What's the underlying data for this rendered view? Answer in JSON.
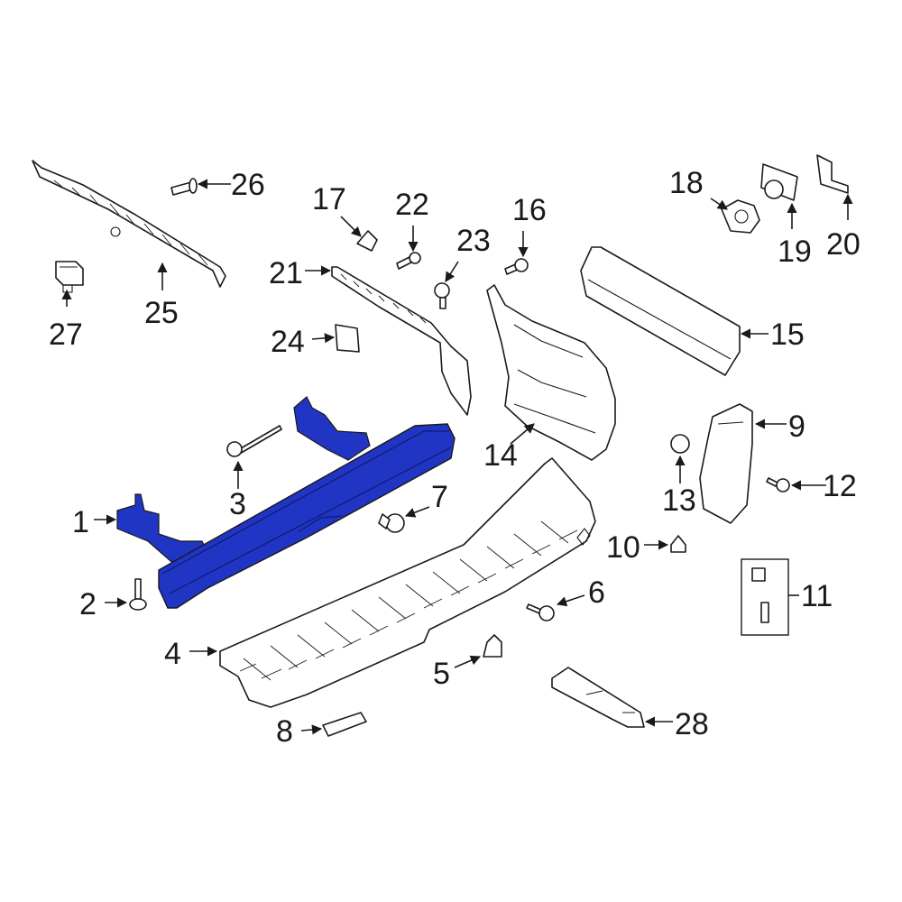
{
  "diagram": {
    "highlight_color": "#2135c4",
    "line_color": "#1a1a1a",
    "callouts": [
      {
        "id": "c1",
        "label": "1"
      },
      {
        "id": "c2",
        "label": "2"
      },
      {
        "id": "c3",
        "label": "3"
      },
      {
        "id": "c4",
        "label": "4"
      },
      {
        "id": "c5",
        "label": "5"
      },
      {
        "id": "c6",
        "label": "6"
      },
      {
        "id": "c7",
        "label": "7"
      },
      {
        "id": "c8",
        "label": "8"
      },
      {
        "id": "c9",
        "label": "9"
      },
      {
        "id": "c10",
        "label": "10"
      },
      {
        "id": "c11",
        "label": "11"
      },
      {
        "id": "c12",
        "label": "12"
      },
      {
        "id": "c13",
        "label": "13"
      },
      {
        "id": "c14",
        "label": "14"
      },
      {
        "id": "c15",
        "label": "15"
      },
      {
        "id": "c16",
        "label": "16"
      },
      {
        "id": "c17",
        "label": "17"
      },
      {
        "id": "c18",
        "label": "18"
      },
      {
        "id": "c19",
        "label": "19"
      },
      {
        "id": "c20",
        "label": "20"
      },
      {
        "id": "c21",
        "label": "21"
      },
      {
        "id": "c22",
        "label": "22"
      },
      {
        "id": "c23",
        "label": "23"
      },
      {
        "id": "c24",
        "label": "24"
      },
      {
        "id": "c25",
        "label": "25"
      },
      {
        "id": "c26",
        "label": "26"
      },
      {
        "id": "c27",
        "label": "27"
      },
      {
        "id": "c28",
        "label": "28"
      }
    ]
  }
}
